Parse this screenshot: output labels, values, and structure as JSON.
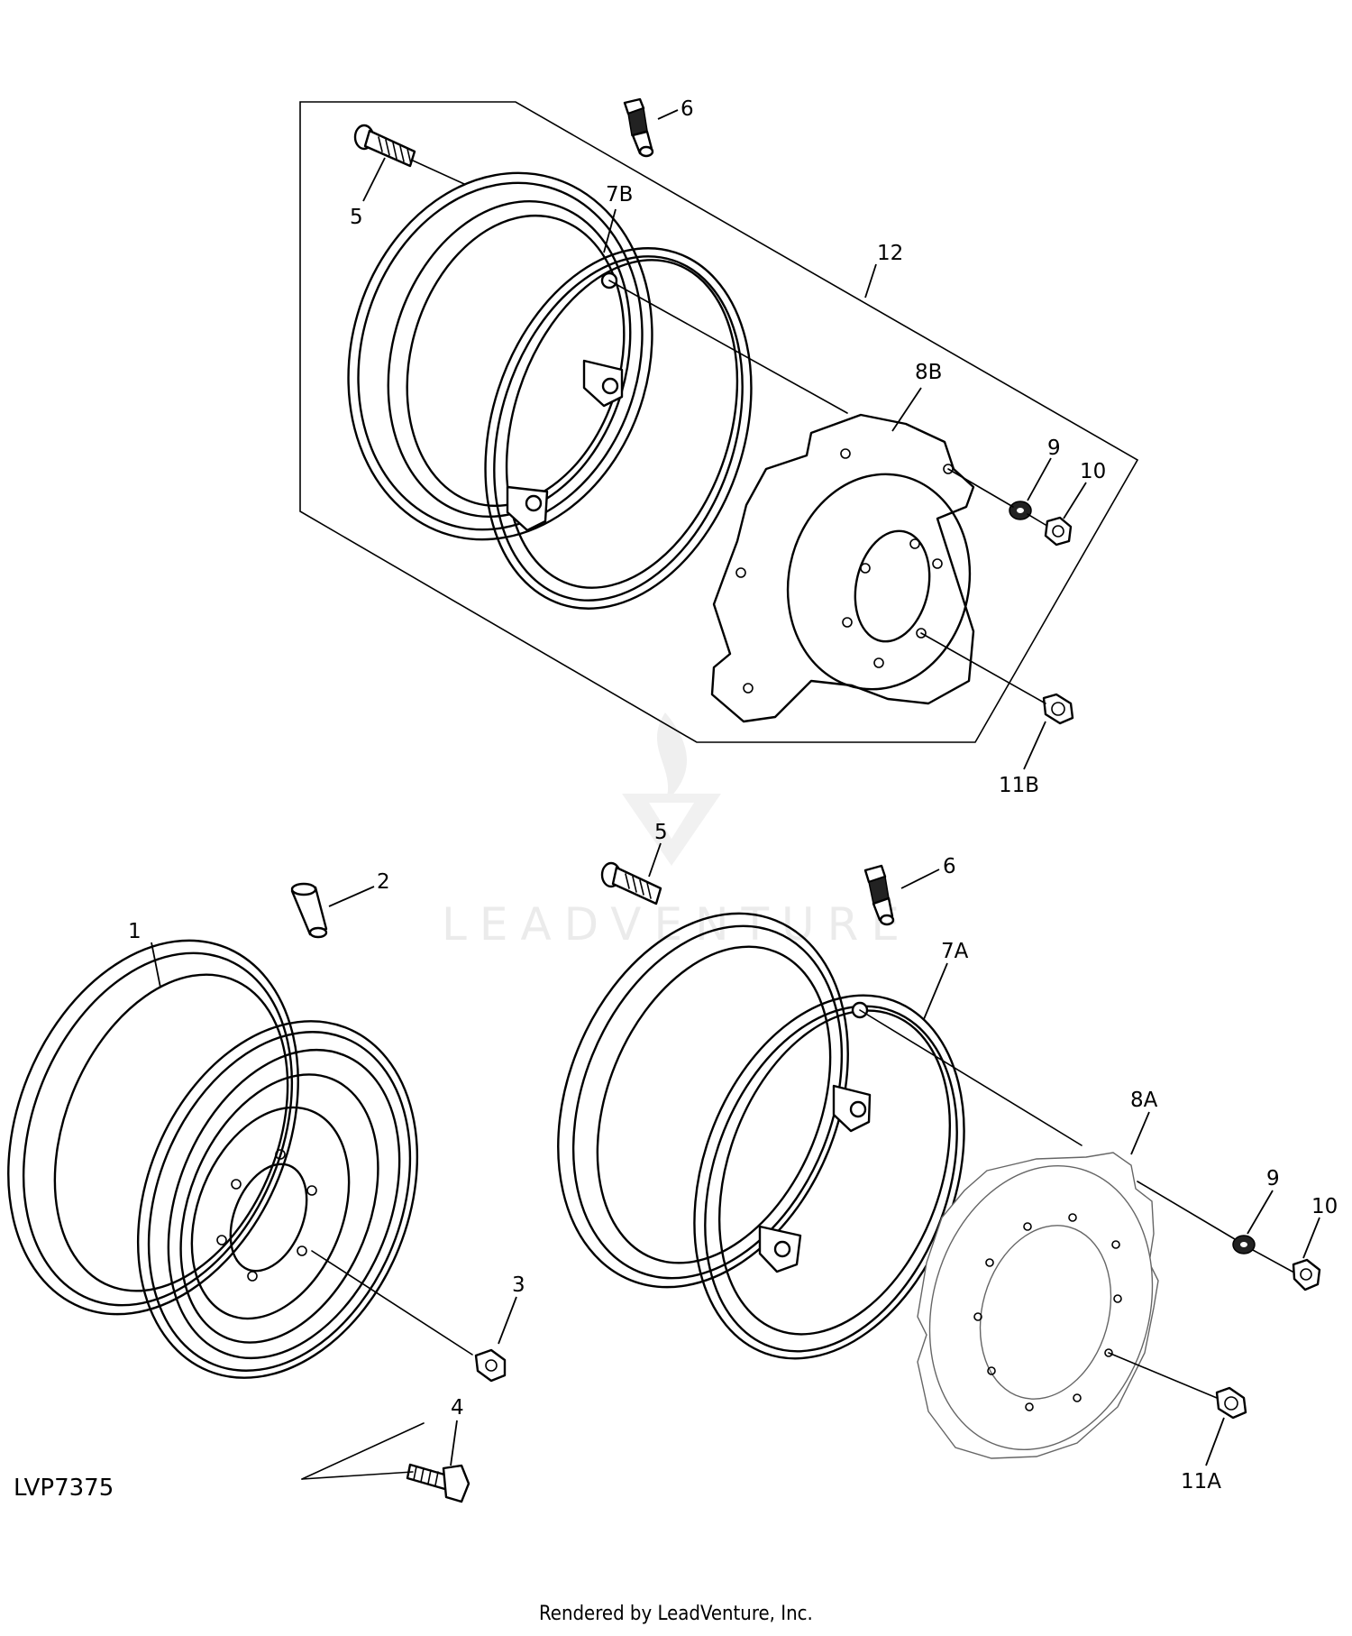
{
  "diagram_id": "LVP7375",
  "footer": "Rendered by LeadVenture, Inc.",
  "watermark": "LEADVENTURE",
  "callouts": {
    "c1": "1",
    "c2": "2",
    "c3": "3",
    "c4": "4",
    "c5_top": "5",
    "c6_top": "6",
    "c7b": "7B",
    "c8b": "8B",
    "c9_top": "9",
    "c10_top": "10",
    "c11b": "11B",
    "c12": "12",
    "c5_bottom": "5",
    "c6_bottom": "6",
    "c7a": "7A",
    "c8a": "8A",
    "c9_bottom": "9",
    "c10_bottom": "10",
    "c11a": "11A"
  }
}
